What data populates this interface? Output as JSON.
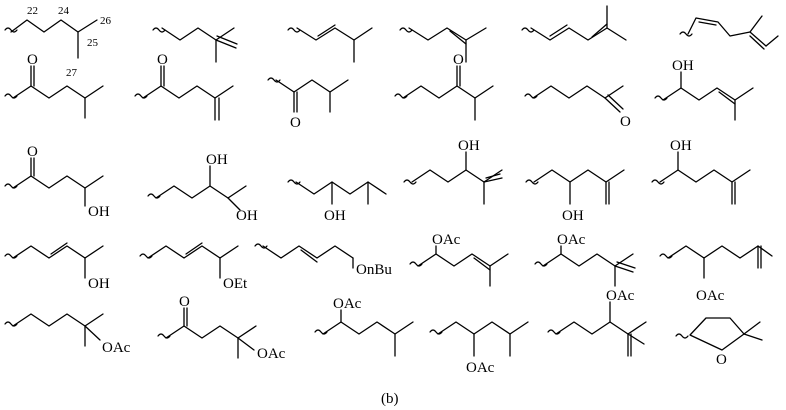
{
  "caption": "(b)",
  "structures": [
    {
      "id": "s1",
      "labels": [],
      "numbers": [
        "22",
        "24",
        "26",
        "25",
        "27"
      ]
    },
    {
      "id": "s2",
      "labels": []
    },
    {
      "id": "s3",
      "labels": []
    },
    {
      "id": "s4",
      "labels": []
    },
    {
      "id": "s5",
      "labels": []
    },
    {
      "id": "s6",
      "labels": []
    },
    {
      "id": "s7",
      "labels": [
        "O"
      ]
    },
    {
      "id": "s8",
      "labels": [
        "O"
      ]
    },
    {
      "id": "s9",
      "labels": [
        "O"
      ]
    },
    {
      "id": "s10",
      "labels": [
        "O"
      ]
    },
    {
      "id": "s11",
      "labels": [
        "O"
      ]
    },
    {
      "id": "s12",
      "labels": [
        "OH"
      ]
    },
    {
      "id": "s13",
      "labels": [
        "O",
        "OH"
      ]
    },
    {
      "id": "s14",
      "labels": [
        "OH",
        "OH"
      ]
    },
    {
      "id": "s15",
      "labels": [
        "OH"
      ]
    },
    {
      "id": "s16",
      "labels": [
        "OH"
      ]
    },
    {
      "id": "s17",
      "labels": [
        "OH"
      ]
    },
    {
      "id": "s18",
      "labels": [
        "OH"
      ]
    },
    {
      "id": "s19",
      "labels": [
        "OH"
      ]
    },
    {
      "id": "s20",
      "labels": [
        "OEt"
      ]
    },
    {
      "id": "s21",
      "labels": [
        "OnBu"
      ]
    },
    {
      "id": "s22",
      "labels": [
        "OAc"
      ]
    },
    {
      "id": "s23",
      "labels": [
        "OAc"
      ]
    },
    {
      "id": "s24",
      "labels": [
        "OAc"
      ]
    },
    {
      "id": "s25",
      "labels": [
        "OAc"
      ]
    },
    {
      "id": "s26",
      "labels": [
        "O",
        "OAc"
      ]
    },
    {
      "id": "s27",
      "labels": [
        "OAc"
      ]
    },
    {
      "id": "s28",
      "labels": [
        "OAc"
      ]
    },
    {
      "id": "s29",
      "labels": [
        "OAc"
      ]
    },
    {
      "id": "s30",
      "labels": [
        "O"
      ]
    }
  ]
}
